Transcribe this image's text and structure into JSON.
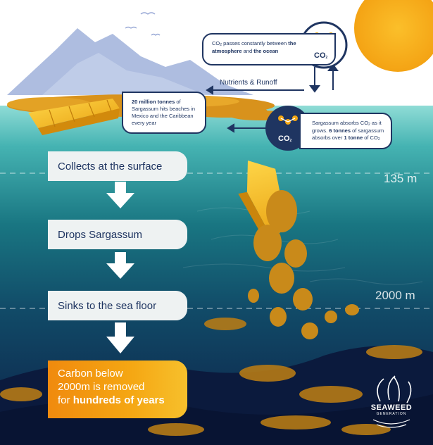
{
  "header_note": {
    "text_pre": "CO",
    "text_sub": "2",
    "text_mid": " passes constantly between ",
    "bold_a": "the atmosphere",
    "text_and": " and ",
    "bold_b": "the ocean"
  },
  "co2_label": "CO",
  "co2_sub": "2",
  "nutrients_label": "Nutrients & Runoff",
  "sargassum_note": {
    "bold": "20 million tonnes",
    "rest": " of Sargassum hits beaches in Mexico and the Caribbean every year"
  },
  "absorb_note": {
    "t1": "Sargassum absorbs CO",
    "s1": "2",
    "t2": " as it grows. ",
    "b1": "6 tonnes",
    "t3": " of sargassum absorbs over ",
    "b2": "1 tonne",
    "t4": " of CO",
    "s2": "2"
  },
  "depths": {
    "shallow": "135 m",
    "deep": "2000 m"
  },
  "steps": [
    "Collects at the surface",
    "Drops Sargassum",
    "Sinks to the sea floor"
  ],
  "final_step": {
    "line1": "Carbon below",
    "line2": "2000m is removed",
    "line3_pre": "for ",
    "line3_bold": "hundreds of years"
  },
  "logo": {
    "name": "SEAWEED",
    "sub": "GENERATION"
  },
  "colors": {
    "navy": "#1f3561",
    "orange": "#f5a713",
    "sun": "#f7b21a",
    "sky_top": "#ffffff",
    "mountain": "#a9b8dc",
    "sea_surface": "#7fd3cf",
    "sea_mid": "#14656d",
    "sea_deep": "#0d2346",
    "seaweed": "#d9901a"
  },
  "icons": [
    "molecule-icon",
    "arrow-up-icon",
    "arrow-down-icon",
    "arrow-left-icon",
    "arrow-down-chevron-icon",
    "bird-icon",
    "sun-icon",
    "seaweed-logo-icon"
  ]
}
